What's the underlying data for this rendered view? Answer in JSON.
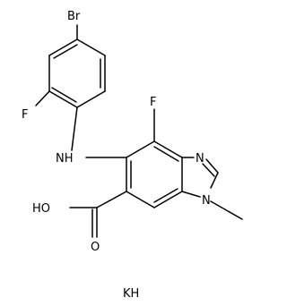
{
  "structure": {
    "atom_labels": {
      "br": "Br",
      "f_aryl": "F",
      "nh": "NH",
      "f_core": "F",
      "n_imine": "N",
      "n_methyl": "N",
      "oh": "HO",
      "o_carbonyl": "O"
    },
    "salt_label": "KH",
    "colors": {
      "bond": "#000000",
      "label": "#000000",
      "background": "#ffffff"
    }
  }
}
